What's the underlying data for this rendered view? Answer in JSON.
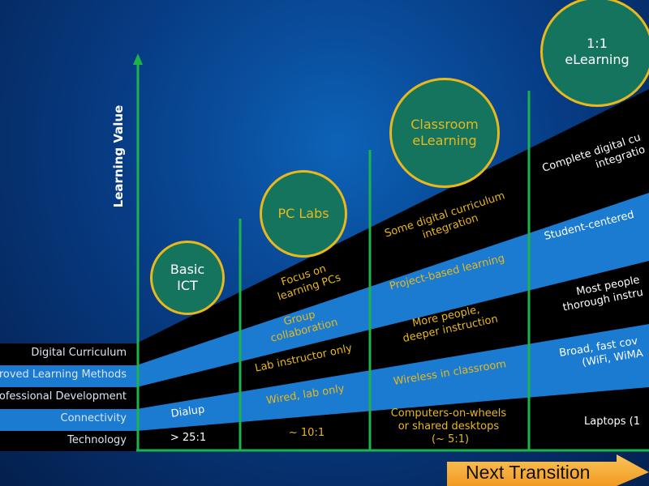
{
  "diagram": {
    "y_axis_label": "Learning Value",
    "row_labels": [
      "Digital Curriculum",
      "roved Learning Methods",
      "ofessional Development",
      "Connectivity",
      "Technology"
    ],
    "stages": [
      {
        "name": "Basic\nICT",
        "technology": "> 25:1",
        "connectivity": "Dialup"
      },
      {
        "name": "PC Labs",
        "technology": "~ 10:1",
        "connectivity": "Wired, lab only",
        "professional_development": "Lab instructor only",
        "learning_methods": "Group\ncollaboration",
        "digital_curriculum": "Focus on\nlearning PCs"
      },
      {
        "name": "Classroom\neLearning",
        "technology": "Computers-on-wheels\nor shared desktops\n(~ 5:1)",
        "connectivity": "Wireless in classroom",
        "professional_development": "More people,\ndeeper instruction",
        "learning_methods": "Project-based learning",
        "digital_curriculum": "Some digital curriculum\nintegration"
      },
      {
        "name": "1:1\neLearning",
        "technology": "Laptops (1",
        "connectivity": "Broad, fast cov\n(WiFi, WiMA",
        "professional_development": "Most people\nthorough instru",
        "learning_methods": "Student-centered",
        "digital_curriculum": "Complete digital cu\nintegratio"
      }
    ],
    "next_transition": "Next Transition",
    "colors": {
      "axis": "#1db34a",
      "band_dark": "#000000",
      "band_blue": "#1a7bd1",
      "circle_fill": "#14745e",
      "circle_border": "#e8b81c",
      "stage_text_gold": "#e8b81c",
      "stage_text_white": "#ffffff",
      "arrow_fill": "#f6a832"
    },
    "icons": [
      "up-arrow-icon",
      "right-arrow-icon"
    ]
  }
}
